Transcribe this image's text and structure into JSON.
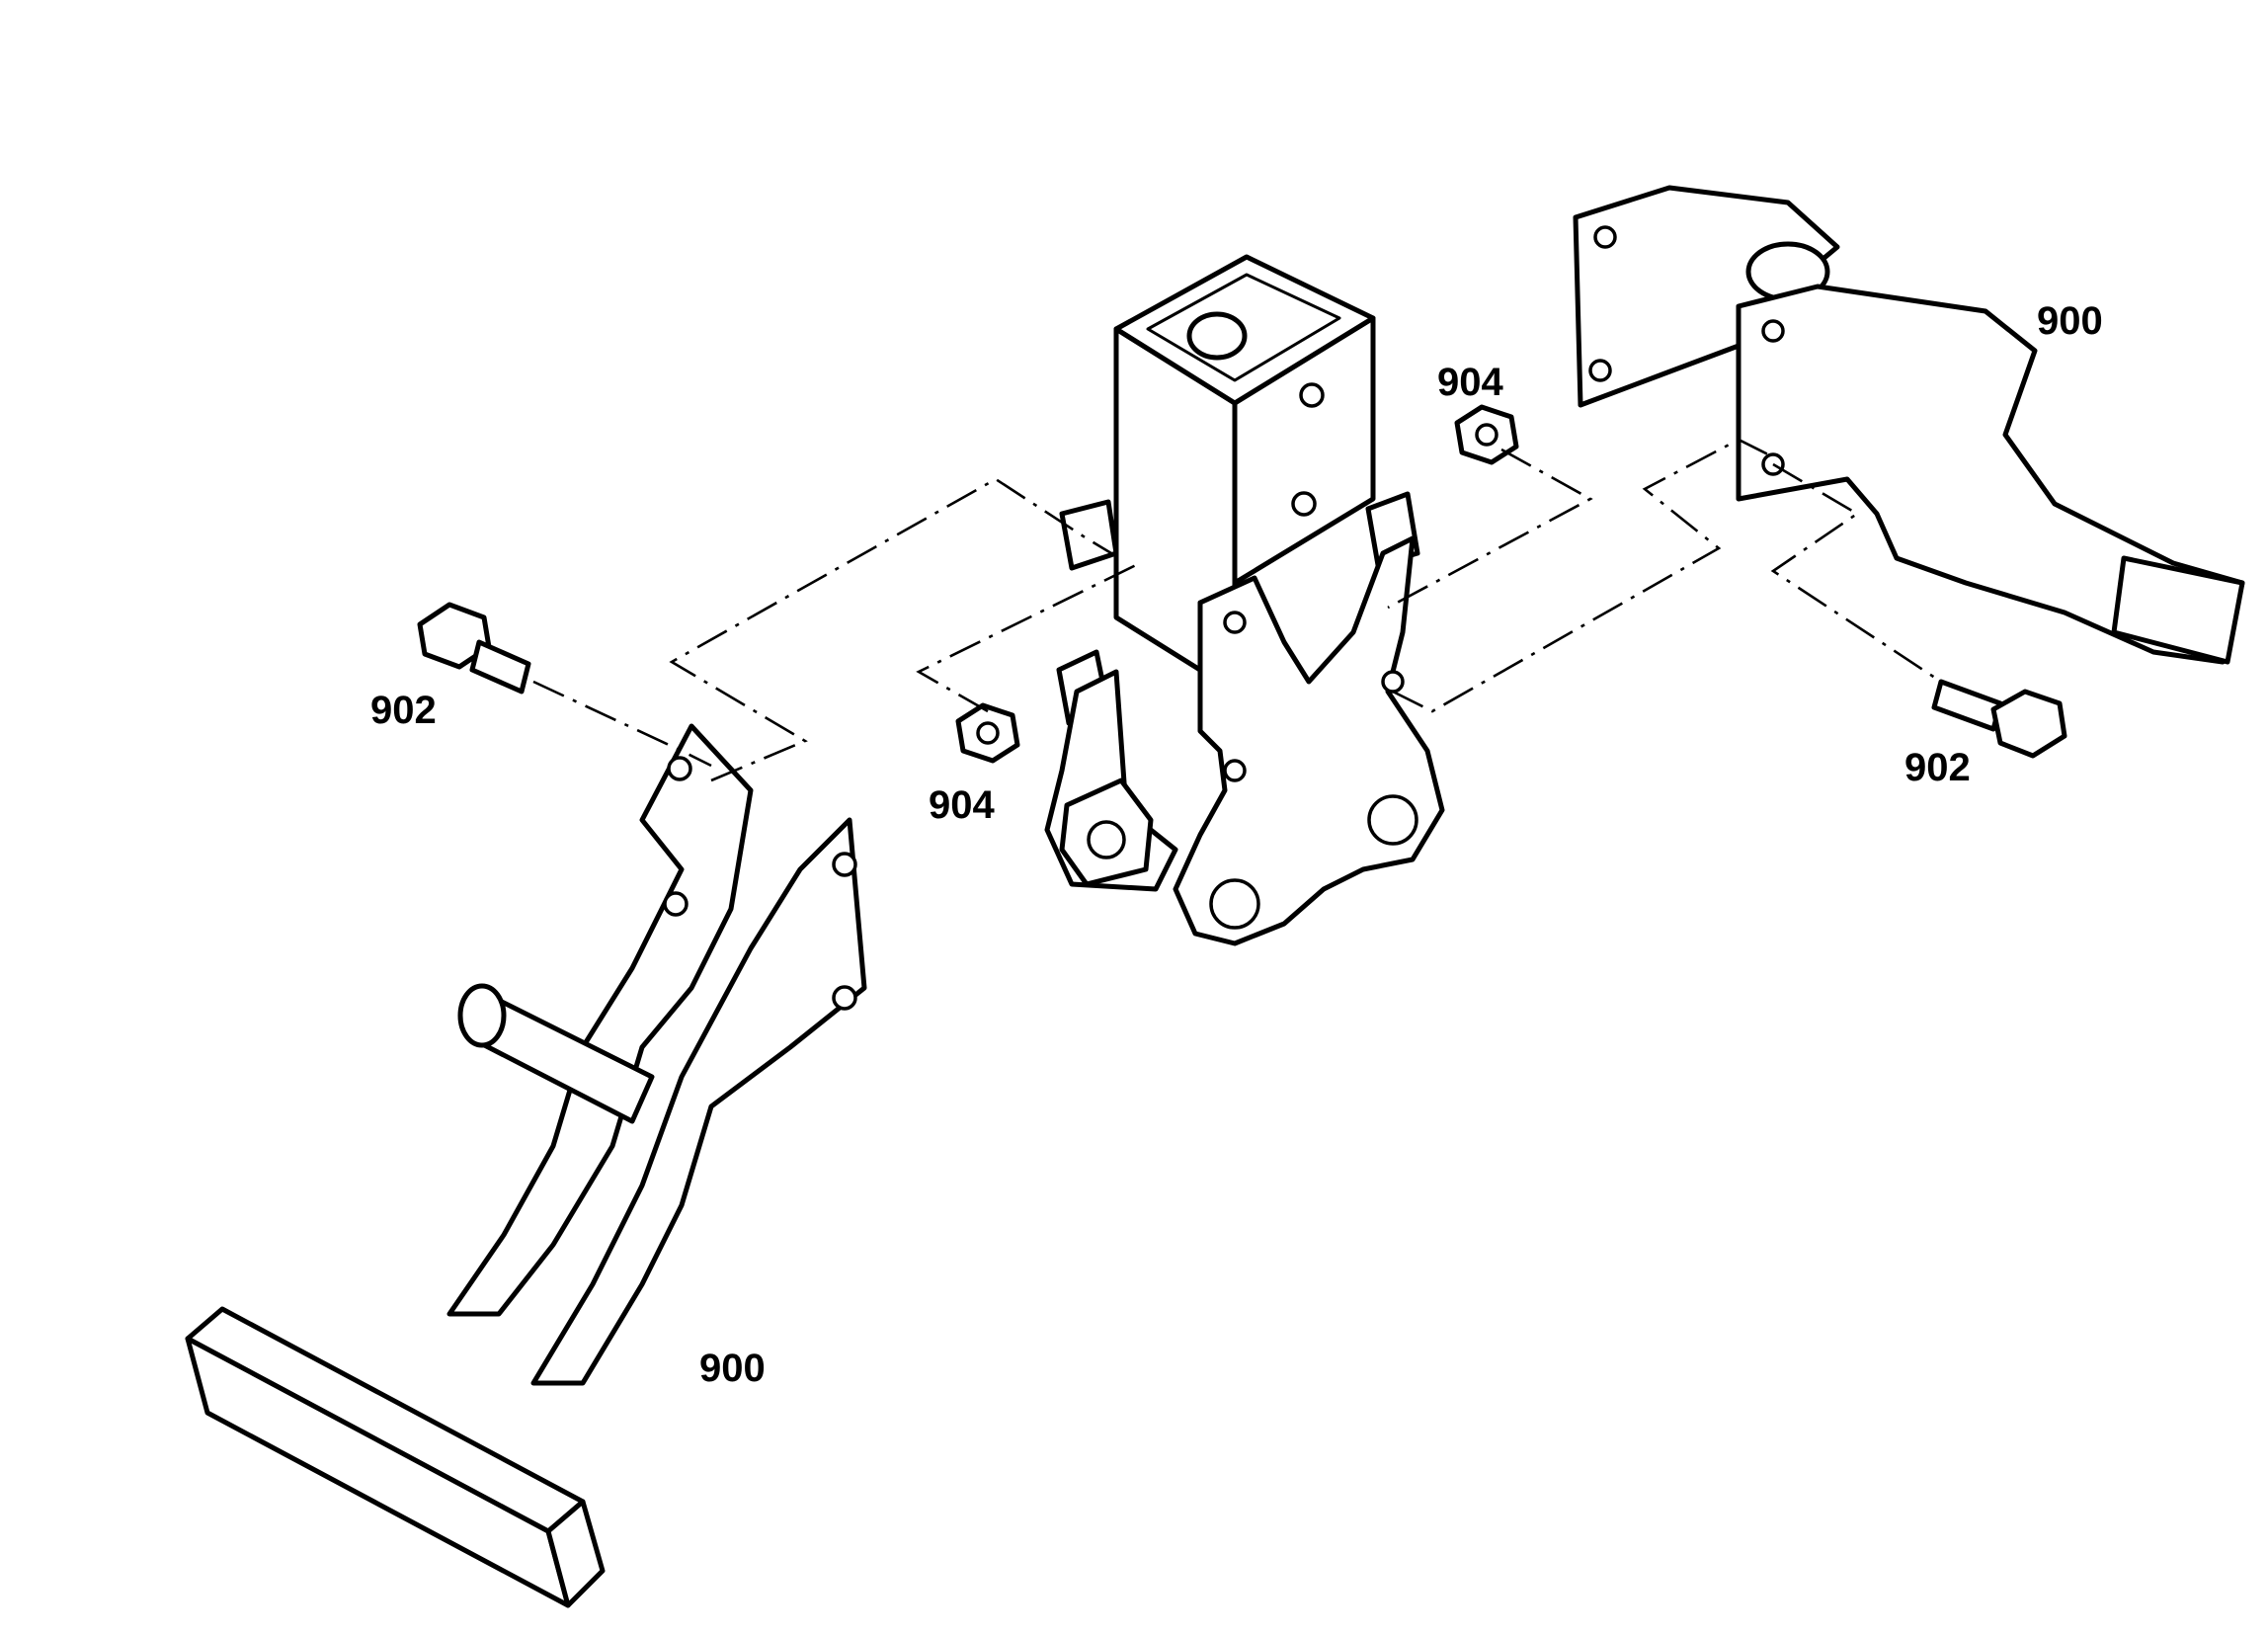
{
  "diagram": {
    "callouts": [
      {
        "id": "c1",
        "label": "900"
      },
      {
        "id": "c2",
        "label": "900"
      },
      {
        "id": "c3",
        "label": "902"
      },
      {
        "id": "c4",
        "label": "902"
      },
      {
        "id": "c5",
        "label": "904"
      },
      {
        "id": "c6",
        "label": "904"
      }
    ]
  }
}
